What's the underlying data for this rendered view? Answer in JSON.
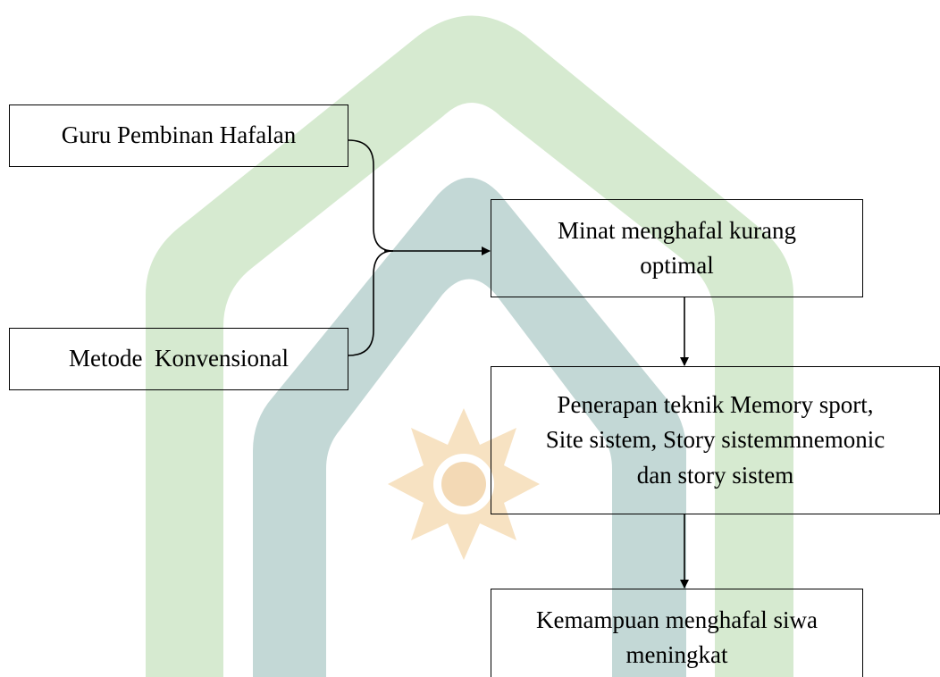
{
  "diagram": {
    "nodes": {
      "guru": {
        "text": "Guru Pembinan Hafalan"
      },
      "metode": {
        "text": "Metode  Konvensional"
      },
      "minat": {
        "lines": [
          "Minat menghafal kurang",
          "optimal"
        ]
      },
      "penerapan": {
        "lines": [
          "Penerapan teknik Memory sport,",
          "Site sistem, Story sistemmnemonic",
          "dan story sistem"
        ]
      },
      "kemampuan": {
        "lines": [
          "Kemampuan menghafal siwa",
          "meningkat"
        ]
      }
    },
    "edges": [
      {
        "from": "guru",
        "to": "minat"
      },
      {
        "from": "metode",
        "to": "minat"
      },
      {
        "from": "minat",
        "to": "penerapan"
      },
      {
        "from": "penerapan",
        "to": "kemampuan"
      }
    ]
  },
  "watermark": {
    "colors": {
      "outer_arch": "#d6ead0",
      "inner_arch": "#c3d8d6",
      "star": "#f7e2c2"
    }
  }
}
